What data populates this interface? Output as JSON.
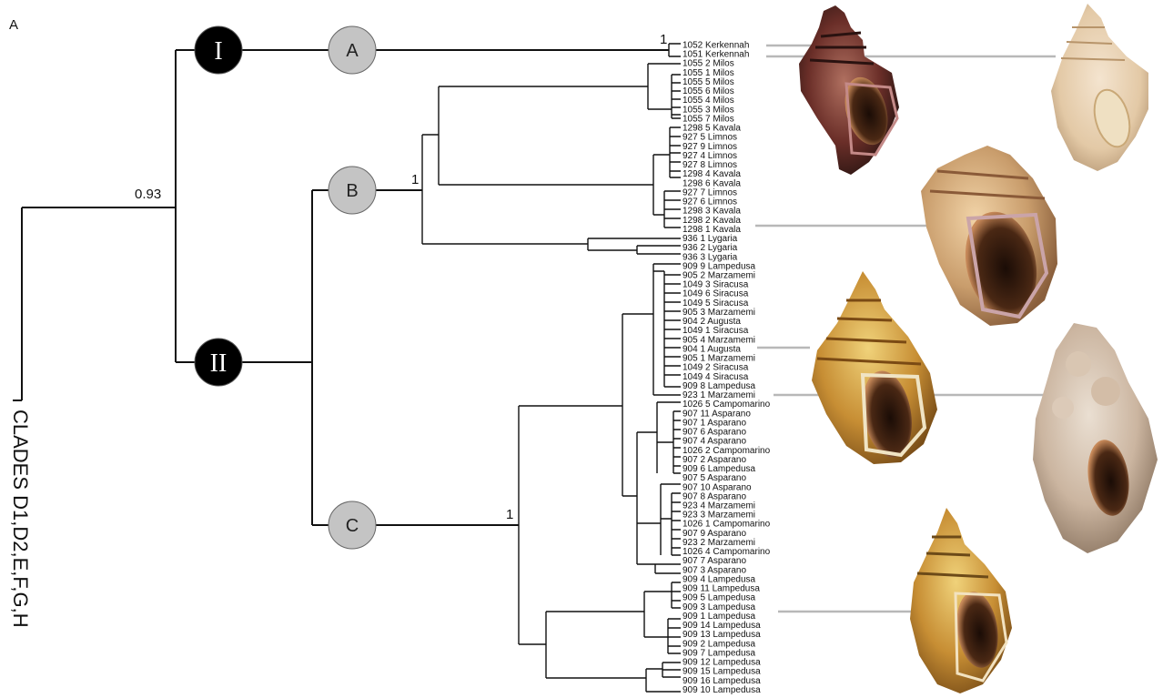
{
  "panel_label": "A",
  "outgroup_label": "CLADES D1,D2,E,F,G,H",
  "supports": {
    "root": "0.93",
    "clade_A": "1",
    "clade_B": "1",
    "clade_C": "1"
  },
  "major_clades": [
    {
      "label": "I",
      "style": "black"
    },
    {
      "label": "II",
      "style": "black"
    }
  ],
  "subclades": [
    {
      "label": "A",
      "style": "grey"
    },
    {
      "label": "B",
      "style": "grey"
    },
    {
      "label": "C",
      "style": "grey"
    }
  ],
  "leaves": [
    "1052 Kerkennah",
    "1051 Kerkennah",
    "1055 2 Milos",
    "1055 1 Milos",
    "1055 5 Milos",
    "1055 6 Milos",
    "1055 4 Milos",
    "1055 3 Milos",
    "1055 7 Milos",
    "1298 5 Kavala",
    "927 5 Limnos",
    "927 9 Limnos",
    "927 4 Limnos",
    "927 8 Limnos",
    "1298 4 Kavala",
    "1298 6 Kavala",
    "927 7 Limnos",
    "927 6 Limnos",
    "1298 3 Kavala",
    "1298 2 Kavala",
    "1298 1 Kavala",
    "936 1 Lygaria",
    "936 2 Lygaria",
    "936 3 Lygaria",
    "909 9 Lampedusa",
    "905 2 Marzamemi",
    "1049 3 Siracusa",
    "1049 6 Siracusa",
    "1049 5 Siracusa",
    "905 3 Marzamemi",
    "904 2 Augusta",
    "1049 1 Siracusa",
    "905 4 Marzamemi",
    "904 1 Augusta",
    "905 1 Marzamemi",
    "1049 2 Siracusa",
    "1049 4 Siracusa",
    "909 8 Lampedusa",
    "923 1 Marzamemi",
    "1026 5 Campomarino",
    "907 11 Asparano",
    "907 1 Asparano",
    "907 6 Asparano",
    "907 4 Asparano",
    "1026 2 Campomarino",
    "907 2 Asparano",
    "909 6 Lampedusa",
    "907 5 Asparano",
    "907 10 Asparano",
    "907 8 Asparano",
    "923 4 Marzamemi",
    "923 3 Marzamemi",
    "1026 1 Campomarino",
    "907 9 Asparano",
    "923 2 Marzamemi",
    "1026 4 Campomarino",
    "907 7 Asparano",
    "907 3 Asparano",
    "909 4 Lampedusa",
    "909 11 Lampedusa",
    "909 5 Lampedusa",
    "909 3 Lampedusa",
    "909 1 Lampedusa",
    "909 14 Lampedusa",
    "909 13 Lampedusa",
    "909 2 Lampedusa",
    "909 7 Lampedusa",
    "909 12 Lampedusa",
    "909 15 Lampedusa",
    "909 16 Lampedusa",
    "909 10 Lampedusa"
  ],
  "shell_photos": [
    {
      "name": "dark-red-shell-photo",
      "linked_specimen": "1052 Kerkennah"
    },
    {
      "name": "pale-shell-photo",
      "linked_specimen": "1051 Kerkennah"
    },
    {
      "name": "kavala-shell-photo",
      "linked_specimen": "1298 1 Kavala"
    },
    {
      "name": "augusta-shell-photo",
      "linked_specimen": "904 1 Augusta"
    },
    {
      "name": "marzamemi-shell-photo",
      "linked_specimen": "923 1 Marzamemi"
    },
    {
      "name": "lampedusa-shell-photo",
      "linked_specimen": "909 3 Lampedusa"
    }
  ],
  "colors": {
    "major_node_fill": "#000000",
    "subclade_node_fill": "#c4c4c4",
    "pointer_line": "#b8b8b8",
    "branch": "#111111"
  }
}
